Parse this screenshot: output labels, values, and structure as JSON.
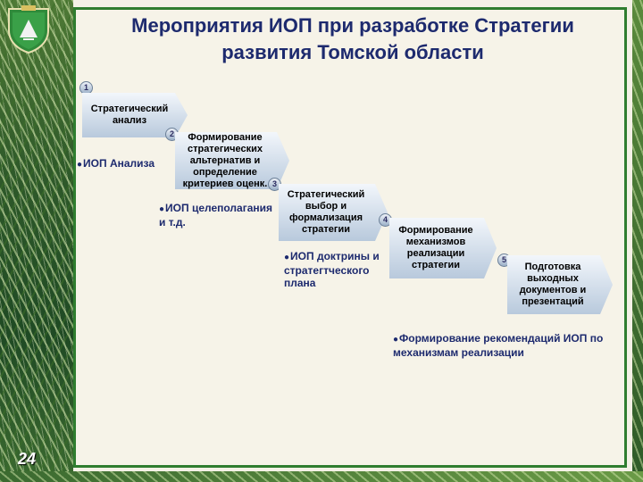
{
  "title": {
    "line1": "Мероприятия ИОП при  разработке Стратегии",
    "line2": "развития Томской области"
  },
  "steps": [
    {
      "num": "1",
      "text": "Стратегический анализ"
    },
    {
      "num": "2",
      "text": "Формирование стратегических альтернатив и определение критериев оценк."
    },
    {
      "num": "3",
      "text": "Стратегический выбор и формализация стратегии"
    },
    {
      "num": "4",
      "text": "Формирование механизмов реализации стратегии"
    },
    {
      "num": "5",
      "text": "Подготовка выходных документов и презентаций"
    }
  ],
  "notes": [
    {
      "text": "ИОП Анализа"
    },
    {
      "text": "ИОП целеполагания и т.д."
    },
    {
      "text": "ИОП доктрины и стратегтческого плана"
    },
    {
      "text": "Формирование рекомендаций ИОП по механизмам реализации"
    }
  ],
  "bullet_glyph": "●",
  "page_number": "24",
  "colors": {
    "title": "#1d2a6e",
    "frame": "#2f7d2f",
    "box": "#b8c9dc"
  }
}
